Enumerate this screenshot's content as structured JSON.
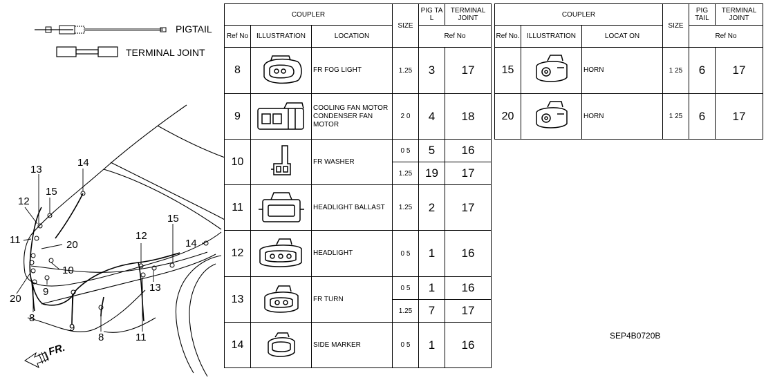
{
  "legend": {
    "pigtail": "PIGTAIL",
    "terminal_joint": "TERMINAL JOINT"
  },
  "callouts": {
    "c13a": "13",
    "c14a": "14",
    "c15a": "15",
    "c12a": "12",
    "c11": "11",
    "c20a": "20",
    "c10": "10",
    "c20b": "20",
    "c9a": "9",
    "c8a": "8",
    "c9b": "9",
    "c8b": "8",
    "c11b": "11",
    "c12b": "12",
    "c15b": "15",
    "c14b": "14",
    "c13b": "13"
  },
  "fr_label": "FR.",
  "headers": {
    "coupler": "COUPLER",
    "size": "SIZE",
    "pigtail": "PIG TA L",
    "terminal": "TERMINAL JOINT",
    "ref_no": "Ref No",
    "illustration": "ILLUSTRATION",
    "location": "LOCATION",
    "ref_no2": "Ref No"
  },
  "headers_r": {
    "coupler": "COUPLER",
    "size": "SIZE",
    "pigtail": "PIG TAIL",
    "terminal": "TERMINAL JOINT",
    "ref_no": "Ref No.",
    "illustration": "ILLUSTRATION",
    "location": "LOCAT ON",
    "ref_no2": "Ref No"
  },
  "rows": [
    {
      "ref": "8",
      "loc": "FR FOG LIGHT",
      "size": "1.25",
      "pig": "3",
      "tj": "17"
    },
    {
      "ref": "9",
      "loc": "COOLING FAN MOTOR CONDENSER FAN MOTOR",
      "size": "2 0",
      "pig": "4",
      "tj": "18"
    },
    {
      "ref": "10",
      "loc": "FR WASHER",
      "size": "0 5",
      "pig": "5",
      "tj": "16",
      "size2": "1.25",
      "pig2": "19",
      "tj2": "17"
    },
    {
      "ref": "11",
      "loc": "HEADLIGHT BALLAST",
      "size": "1.25",
      "pig": "2",
      "tj": "17"
    },
    {
      "ref": "12",
      "loc": "HEADLIGHT",
      "size": "0 5",
      "pig": "1",
      "tj": "16"
    },
    {
      "ref": "13",
      "loc": "FR TURN",
      "size": "0 5",
      "pig": "1",
      "tj": "16",
      "size2": "1.25",
      "pig2": "7",
      "tj2": "17"
    },
    {
      "ref": "14",
      "loc": "SIDE MARKER",
      "size": "0 5",
      "pig": "1",
      "tj": "16"
    }
  ],
  "rows_r": [
    {
      "ref": "15",
      "loc": "HORN",
      "size": "1 25",
      "pig": "6",
      "tj": "17"
    },
    {
      "ref": "20",
      "loc": "HORN",
      "size": "1 25",
      "pig": "6",
      "tj": "17"
    }
  ],
  "diagram_code": "SEP4B0720B"
}
